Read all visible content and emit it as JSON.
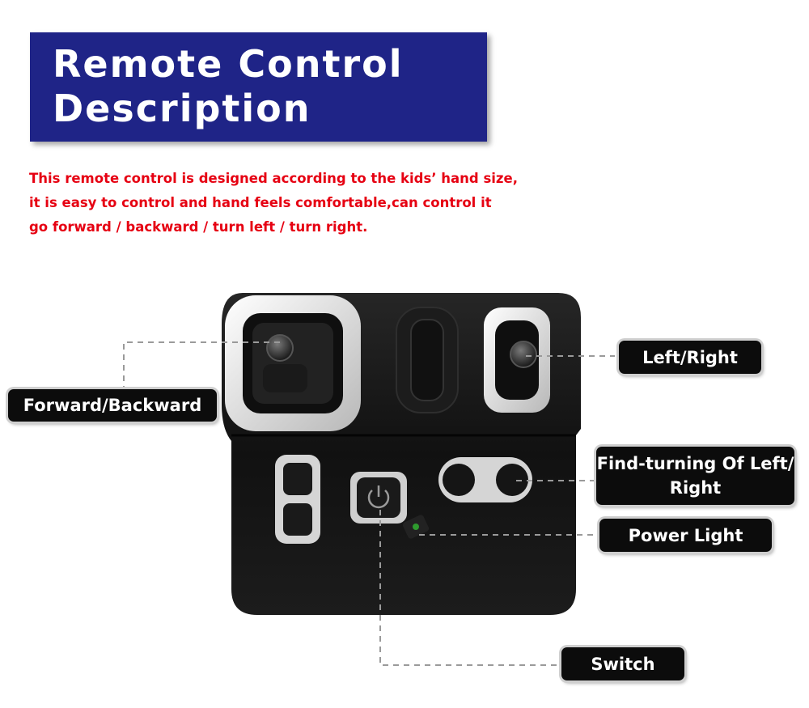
{
  "title": {
    "line1": "Remote Control",
    "line2": "Description"
  },
  "description": {
    "line1": "This remote control is designed according to the kids’  hand size,",
    "line2": "it is easy to control and hand feels comfortable,can control it",
    "line3": "go forward / backward / turn left / turn right."
  },
  "labels": {
    "forward_backward": "Forward/Backward",
    "left_right": "Left/Right",
    "fine_turning_line1": "Find-turning Of Left/",
    "fine_turning_line2": "Right",
    "power_light": "Power Light",
    "switch": "Switch"
  },
  "colors": {
    "title_bg": "#1f2487",
    "description_text": "#e60012",
    "label_bg": "#0c0c0c"
  }
}
